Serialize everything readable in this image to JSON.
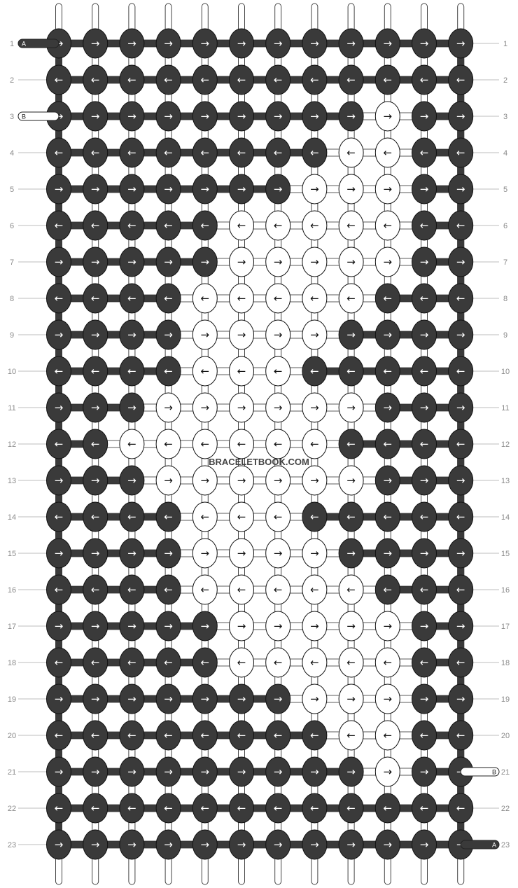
{
  "watermark": "BRACELETBOOK.COM",
  "colors": {
    "A": "#3a3a3a",
    "B": "#ffffff",
    "outline": "#222222",
    "row_number": "#8a8a8a",
    "guide_line": "#bdbdbd"
  },
  "pattern": {
    "strings": 12,
    "rows": 23,
    "start_labels": {
      "A": "A",
      "B": "B"
    },
    "left_end_labels": [
      {
        "label": "A",
        "row": 1,
        "color": "A"
      },
      {
        "label": "B",
        "row": 3,
        "color": "B"
      }
    ],
    "right_end_labels": [
      {
        "label": "B",
        "row": 21,
        "color": "B"
      },
      {
        "label": "A",
        "row": 23,
        "color": "A"
      }
    ],
    "row_numbers": [
      "1",
      "2",
      "3",
      "4",
      "5",
      "6",
      "7",
      "8",
      "9",
      "10",
      "11",
      "12",
      "13",
      "14",
      "15",
      "16",
      "17",
      "18",
      "19",
      "20",
      "21",
      "22",
      "23"
    ],
    "knots": [
      "AAAAAAAAAAAA",
      "AAAAAAAAAAAA",
      "AAAAAAAAABAA",
      "AAAAAAAABBAA",
      "AAAAAAABBBAA",
      "AAAAABBBBBAA",
      "AAAAABBBBBAA",
      "AAAABBBBBAAA",
      "AAAABBBBAAAA",
      "AAAABBBAAAAA",
      "AAABBBBBBAAA",
      "AABBBBBBAAAA",
      "AAABBBBBBAAA",
      "AAAABBBAAAAA",
      "AAAABBBBAAAA",
      "AAAABBBBBAAA",
      "AAAAABBBBBAA",
      "AAAAABBBBBAA",
      "AAAAAAABBBAA",
      "AAAAAAAABBAA",
      "AAAAAAAAABAA",
      "AAAAAAAAAAAA",
      "AAAAAAAAAAAA"
    ],
    "directions": {
      "odd_rows": "→",
      "even_rows": "←"
    }
  }
}
